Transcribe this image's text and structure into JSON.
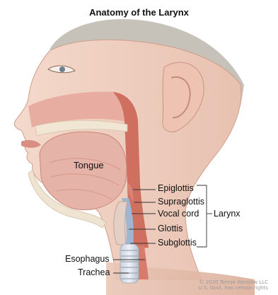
{
  "title": "Anatomy of the Larynx",
  "labels": {
    "tongue": "Tongue",
    "epiglottis": "Epiglottis",
    "supraglottis": "Supraglottis",
    "vocal_cord": "Vocal cord",
    "glottis": "Glottis",
    "subglottis": "Subglottis",
    "larynx": "Larynx",
    "esophagus": "Esophagus",
    "trachea": "Trachea"
  },
  "copyright": {
    "line1": "© 2020 Terese Winslow LLC",
    "line2": "U.S. Govt. has certain rights"
  },
  "colors": {
    "skin": "#f2d3c6",
    "skin_shadow": "#e2b4a2",
    "hair": "#b9b3a9",
    "flesh_red": "#d98a7c",
    "tongue": "#e6b3a8",
    "bone": "#efe6d6",
    "trachea_ring": "#d8dde6",
    "airway_blue": "#9fb6d2",
    "leader_line": "#333333"
  }
}
